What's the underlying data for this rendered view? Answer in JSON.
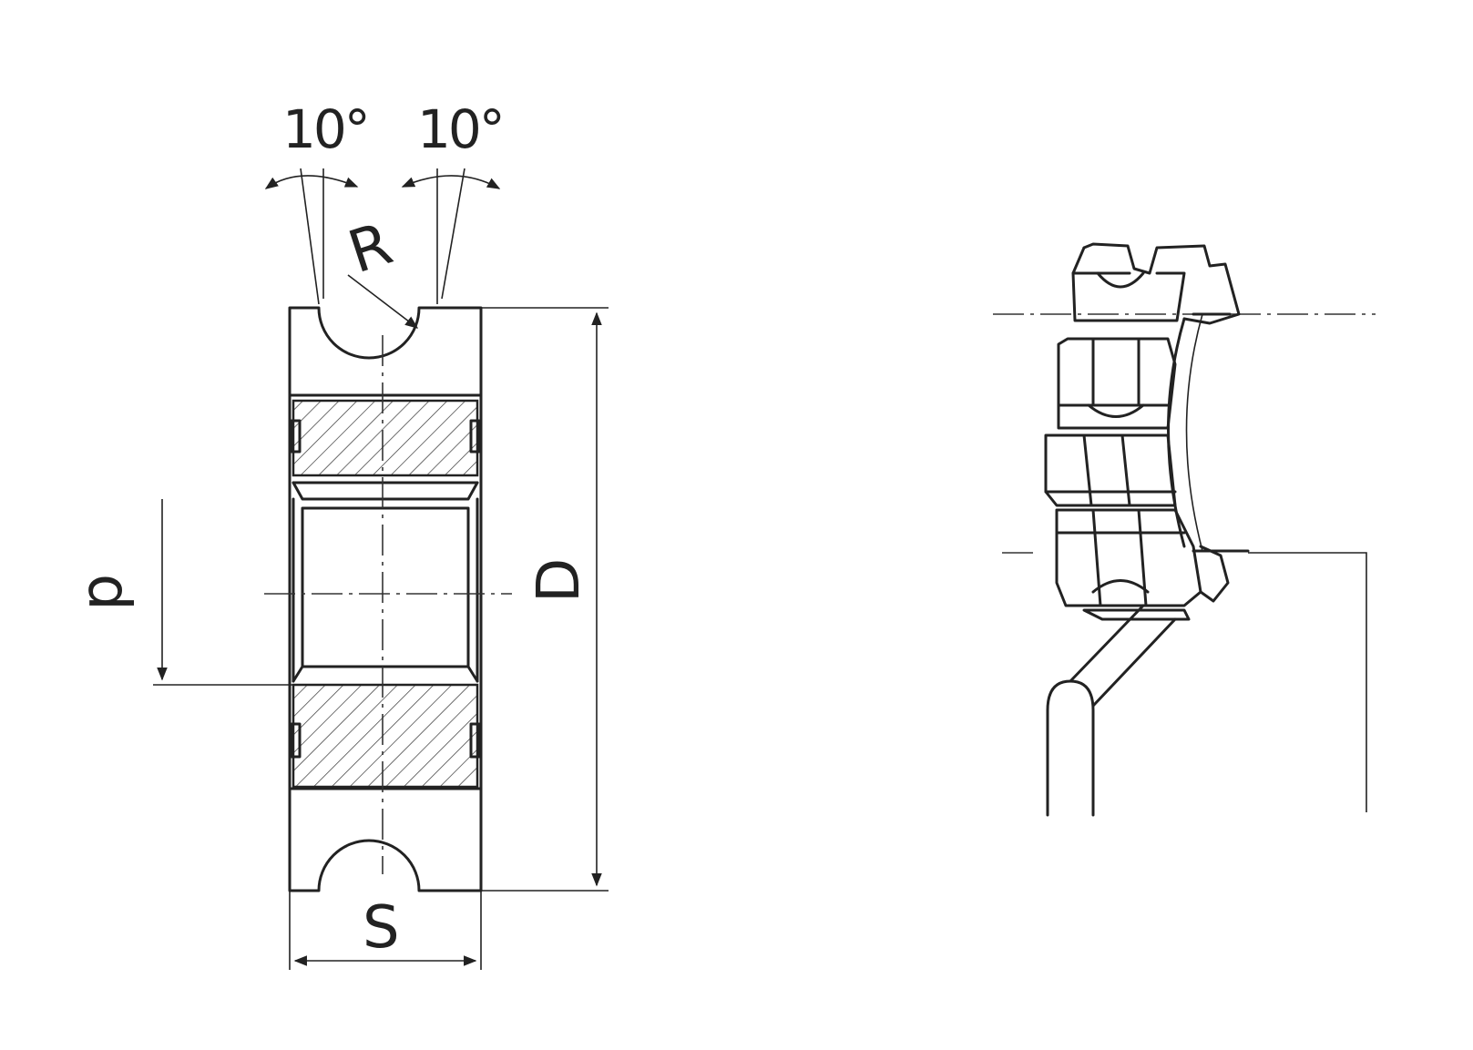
{
  "dimensions": {
    "angle_left": "10°",
    "angle_right": "10°",
    "radius": "R",
    "outer_diameter": "D",
    "bore_diameter": "d",
    "width": "S"
  },
  "colors": {
    "ink": "#222222",
    "background": "#ffffff"
  }
}
